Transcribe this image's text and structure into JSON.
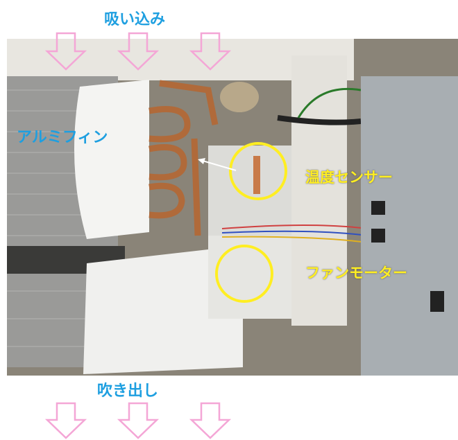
{
  "labels": {
    "intake": "吸い込み",
    "outlet": "吹き出し",
    "aluminum_fin": "アルミフィン",
    "temperature_sensor": "温度センサー",
    "fan_motor": "ファンモーター"
  },
  "colors": {
    "blue_label": "#1e9fe0",
    "yellow_label": "#ffee22",
    "arrow_pink": "#f4a6d6"
  }
}
